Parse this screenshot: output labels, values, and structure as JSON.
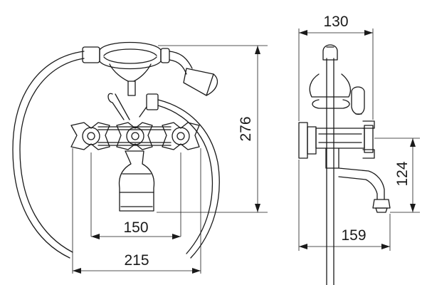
{
  "dimensions": {
    "width_between_outer_handles": "215",
    "width_between_valve_centers": "150",
    "overall_height": "276",
    "side_depth": "130",
    "spout_height": "124",
    "spout_reach": "159"
  }
}
